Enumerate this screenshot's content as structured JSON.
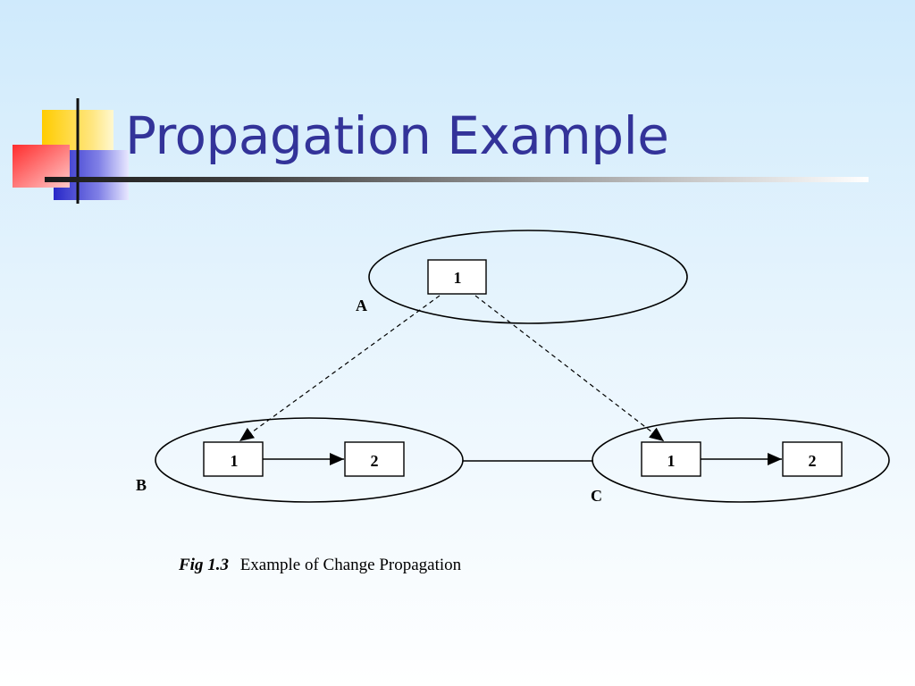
{
  "slide": {
    "title": "Propagation Example"
  },
  "diagram": {
    "sites": [
      {
        "name": "A",
        "boxes": [
          "1"
        ]
      },
      {
        "name": "B",
        "boxes": [
          "1",
          "2"
        ]
      },
      {
        "name": "C",
        "boxes": [
          "1",
          "2"
        ]
      }
    ]
  },
  "caption": {
    "figure_label": "Fig 1.3",
    "text": "Example of Change Propagation"
  },
  "colors": {
    "title": "#333399",
    "background_top": "#cfeafc",
    "background_bottom": "#ffffff",
    "accent_yellow": "#ffcc00",
    "accent_red": "#ff3333",
    "accent_blue": "#3333cc"
  }
}
